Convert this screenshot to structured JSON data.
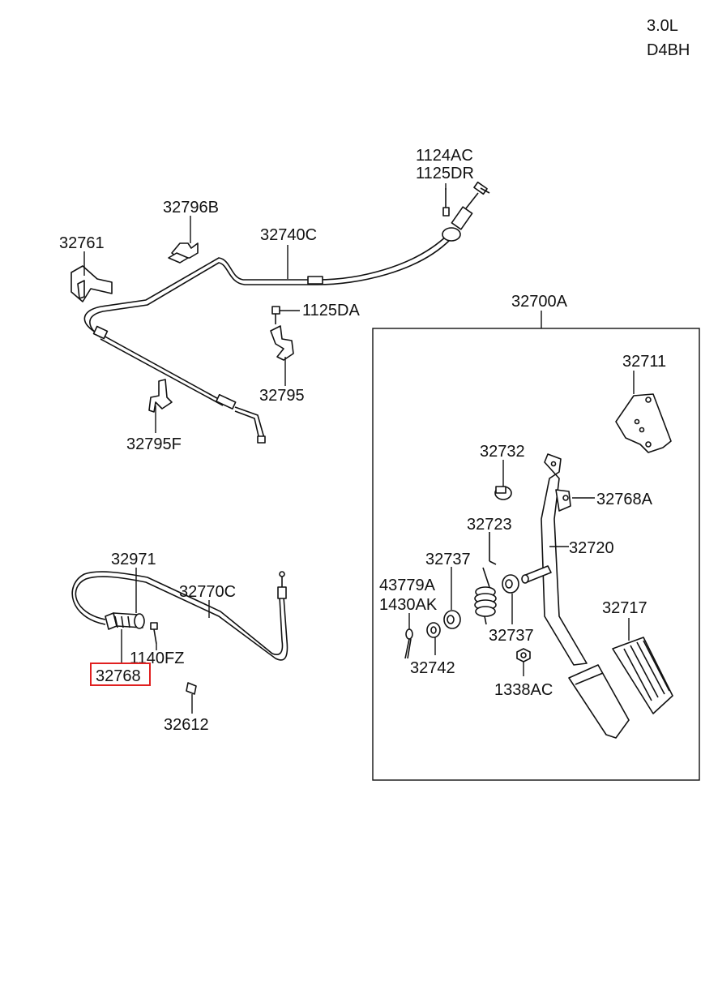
{
  "header": {
    "engine_size": "3.0L",
    "engine_code": "D4BH"
  },
  "callouts": {
    "c1124AC": "1124AC",
    "c1125DR": "1125DR",
    "c32796B": "32796B",
    "c32740C": "32740C",
    "c32761": "32761",
    "c1125DA": "1125DA",
    "c32795": "32795",
    "c32795F": "32795F",
    "c32700A": "32700A",
    "c32711": "32711",
    "c32732": "32732",
    "c32768A": "32768A",
    "c32723": "32723",
    "c32720": "32720",
    "c32737a": "32737",
    "c43779A": "43779A",
    "c1430AK": "1430AK",
    "c32737b": "32737",
    "c32742": "32742",
    "c1338AC": "1338AC",
    "c32717": "32717",
    "c32971": "32971",
    "c32770C": "32770C",
    "c1140FZ": "1140FZ",
    "c32768": "32768",
    "c32612": "32612"
  },
  "highlight": {
    "part": "32768",
    "color": "#e02020"
  }
}
